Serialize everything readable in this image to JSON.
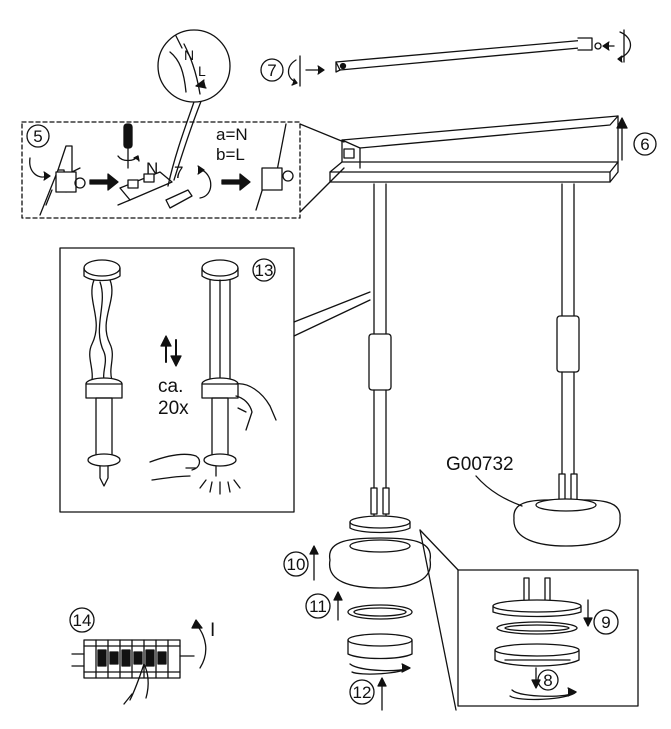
{
  "step_numbers": {
    "s5": "5",
    "s6": "6",
    "s7": "7",
    "s8": "8",
    "s9": "9",
    "s10": "10",
    "s11": "11",
    "s12": "12",
    "s13": "13",
    "s14": "14"
  },
  "wiring": {
    "line_a": "a=N",
    "line_b": "b=L",
    "terminal_n": "N",
    "terminal_l": "L",
    "terminal_7": "7"
  },
  "step13": {
    "approx": "ca.",
    "count": "20x"
  },
  "model_code": "G00732",
  "switch_symbol": "I"
}
